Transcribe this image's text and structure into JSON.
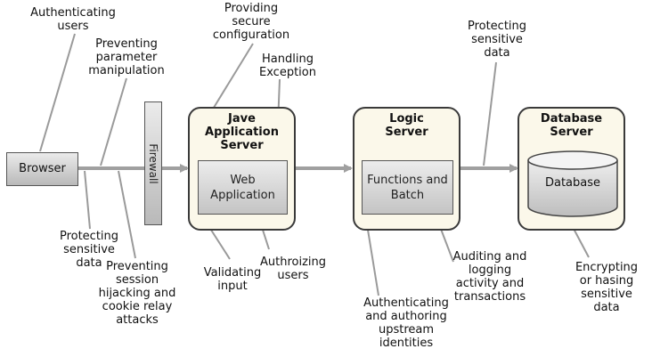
{
  "diagram": {
    "browser": "Browser",
    "firewall": "Firewall",
    "java_server": {
      "title": "Jave\nApplication\nServer",
      "component": "Web\nApplication"
    },
    "logic_server": {
      "title": "Logic\nServer",
      "component": "Functions and\nBatch"
    },
    "db_server": {
      "title": "Database\nServer",
      "component": "Database"
    }
  },
  "annotations": {
    "authenticating_users": "Authenticating\nusers",
    "preventing_param": "Preventing\nparameter\nmanipulation",
    "providing_config": "Providing\nsecure\nconfiguration",
    "handling_exception": "Handling\nException",
    "protecting_data_top": "Protecting\nsensitive\ndata",
    "protecting_data_left": "Protecting\nsensitive\ndata",
    "preventing_session": "Preventing\nsession\nhijacking and\ncookie relay\nattacks",
    "validating_input": "Validating\ninput",
    "authorizing_users": "Authroizing\nusers",
    "auth_upstream": "Authenticating\nand authoring\nupstream\nidentities",
    "auditing": "Auditing and\nlogging\nactivity and\ntransactions",
    "encrypting": "Encrypting\nor hasing\nsensitive\ndata"
  },
  "colors": {
    "connector": "#a0a0a0",
    "leader": "#9a9a9a",
    "server_fill": "#fbf8ea"
  }
}
